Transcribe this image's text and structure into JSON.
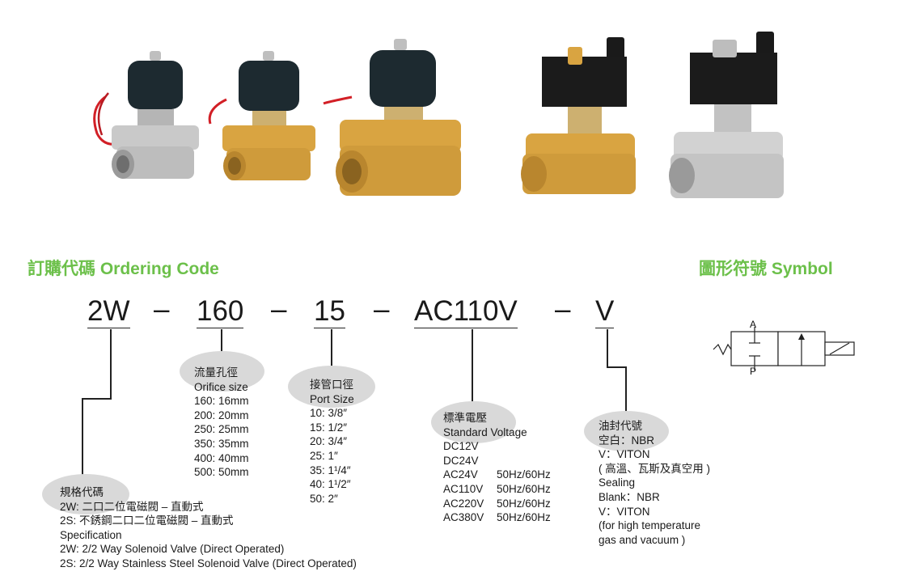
{
  "headings": {
    "ordering": "訂購代碼 Ordering Code",
    "symbol": "圖形符號 Symbol"
  },
  "code": {
    "series": "2W",
    "orifice": "160",
    "port": "15",
    "voltage": "AC110V",
    "seal": "V",
    "dash": "–"
  },
  "groups": {
    "orifice": {
      "title_zh": "流量孔徑",
      "title_en": "Orifice size",
      "items": [
        "160: 16mm",
        "200: 20mm",
        "250: 25mm",
        "350: 35mm",
        "400: 40mm",
        "500: 50mm"
      ]
    },
    "port": {
      "title_zh": "接管口徑",
      "title_en": "Port Size",
      "items": [
        "10: 3/8″",
        "15: 1/2″",
        "20: 3/4″",
        "25: 1″",
        "35: 1¹/4″",
        "40: 1¹/2″",
        "50: 2″"
      ]
    },
    "voltage": {
      "title_zh": "標準電壓",
      "title_en": "Standard Voltage",
      "items": [
        "DC12V",
        "DC24V",
        "AC24V",
        "AC110V",
        "AC220V",
        "AC380V"
      ],
      "freq": [
        "",
        "",
        "50Hz/60Hz",
        "50Hz/60Hz",
        "50Hz/60Hz",
        "50Hz/60Hz"
      ]
    },
    "seal": {
      "title_zh": "油封代號",
      "items": [
        "空白：NBR",
        "V：VITON",
        "( 高溫、瓦斯及真空用 )",
        "Sealing",
        "Blank：NBR",
        "V：VITON",
        "(for high temperature",
        "gas and vacuum )"
      ]
    },
    "spec": {
      "title_zh": "規格代碼",
      "items": [
        "2W: 二口二位電磁閥 – 直動式",
        "2S: 不銹鋼二口二位電磁閥 – 直動式",
        "Specification",
        "2W: 2/2 Way Solenoid Valve (Direct Operated)",
        "2S: 2/2 Way Stainless Steel Solenoid Valve (Direct Operated)"
      ]
    }
  },
  "symbol": {
    "port_a": "A",
    "port_p": "P"
  },
  "colors": {
    "heading": "#6cc04a",
    "bubble": "#d9d9d9",
    "brass": "#d9a441",
    "steel": "#c8c8c8",
    "coil": "#1d2a30"
  },
  "images": [
    "stainless-valve-red-leads",
    "brass-valve-red-leads-small",
    "brass-valve-red-leads-large",
    "brass-valve-din-connector",
    "stainless-valve-din-connector"
  ]
}
